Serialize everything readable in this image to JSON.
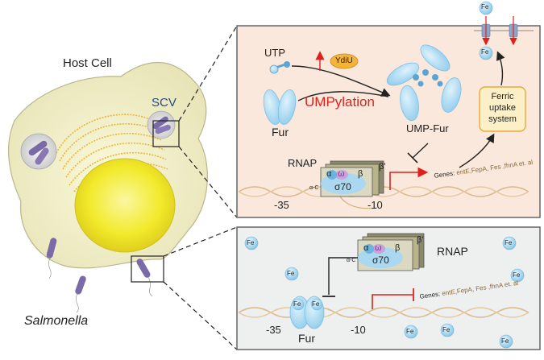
{
  "host_cell": {
    "title": "Host Cell",
    "scv_label": "SCV",
    "salmonella_label": "Salmonella"
  },
  "top_panel": {
    "utp": "UTP",
    "ydiu": "YdiU",
    "umpylation": "UMPylation",
    "fur": "Fur",
    "ump_fur": "UMP-Fur",
    "ferric_system": [
      "Ferric",
      "uptake",
      "system"
    ],
    "fe": "Fe",
    "rnap": "RNAP",
    "pos_35": "-35",
    "pos_10": "-10",
    "genes_label": "Genes:",
    "genes_list": "entE,FepA, Fes ,fhnA  et. al"
  },
  "bottom_panel": {
    "rnap": "RNAP",
    "fe": "Fe",
    "fur": "Fur",
    "pos_35": "-35",
    "pos_10": "-10",
    "genes_label": "Genes:",
    "genes_list": "entE,FepA, Fes ,fhnA  et. al"
  },
  "rnap_subunits": {
    "alpha": "α",
    "omega": "ω",
    "beta": "β",
    "beta_prime": "β'",
    "sigma": "σ70",
    "alpha_c": "α-C"
  },
  "colors": {
    "cell_fill": "#f2efc8",
    "nucleus": "#f2ea2a",
    "top_panel_bg": "#fbe8dc",
    "bottom_panel_bg": "#eef0ef",
    "protein_blue": "#a9d8f0",
    "accent_red": "#e0201b",
    "dna": "#d9b78a",
    "fe_ion": "#bfe3f5",
    "ydiu": "#f4b43a"
  }
}
